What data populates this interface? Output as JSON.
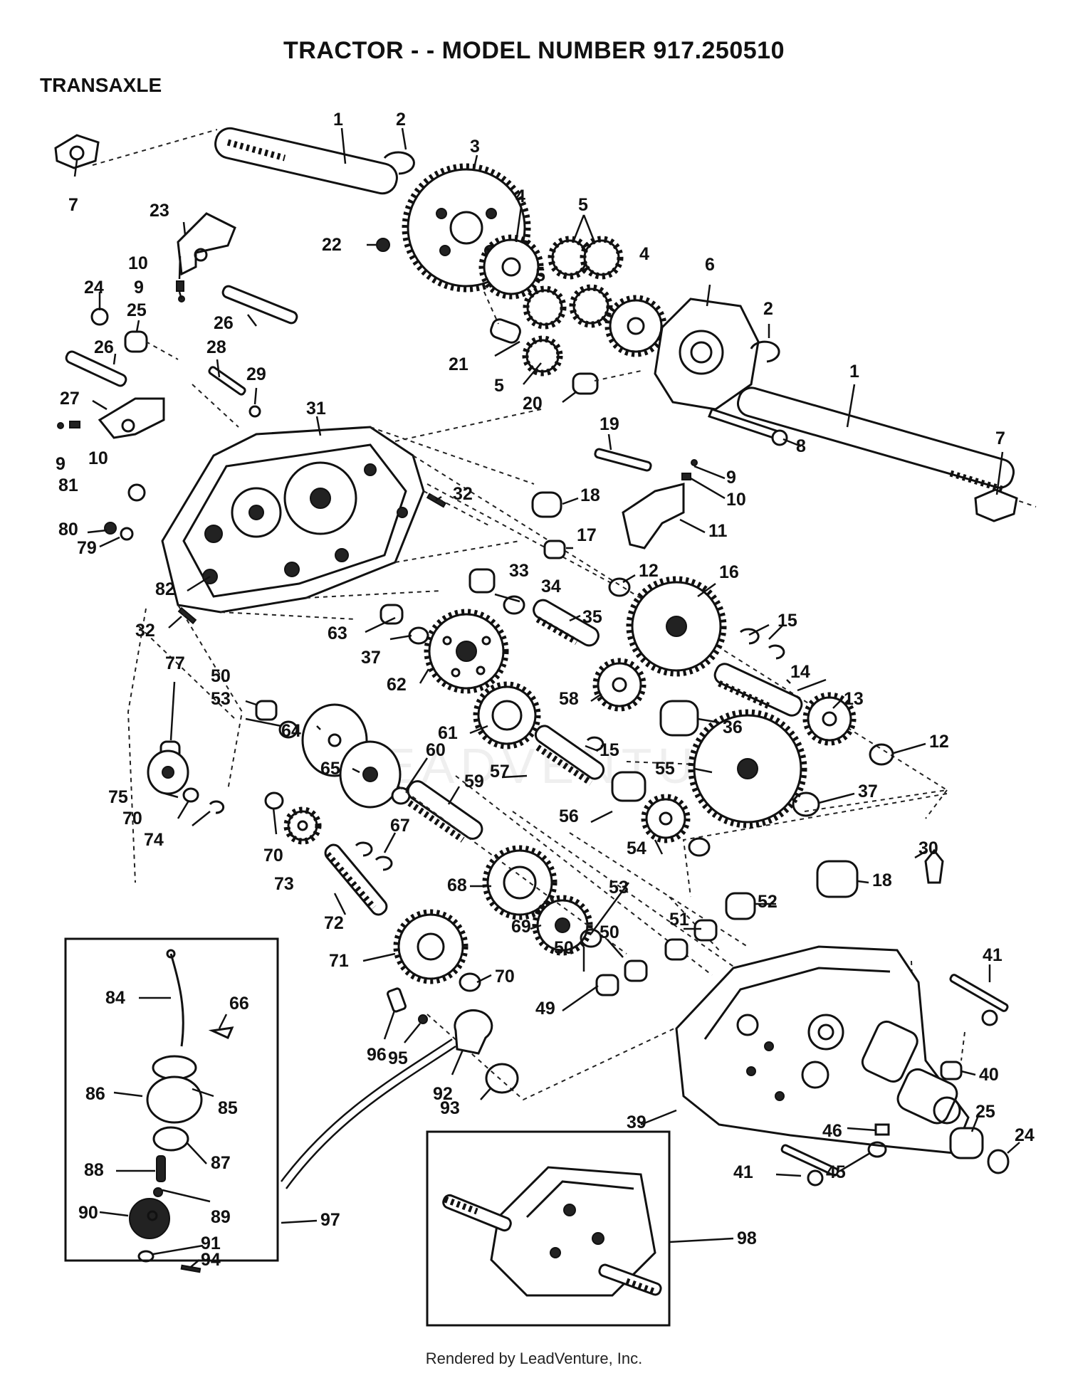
{
  "header": {
    "title": "TRACTOR - - MODEL NUMBER 917.250510",
    "section": "TRANSAXLE"
  },
  "footer": {
    "credit": "Rendered by LeadVenture, Inc."
  },
  "watermark": "LEADVENTURE",
  "callouts": [
    "1",
    "2",
    "3",
    "4",
    "5",
    "5",
    "4",
    "6",
    "2",
    "1",
    "7",
    "7",
    "23",
    "22",
    "10",
    "9",
    "24",
    "25",
    "26",
    "26",
    "28",
    "29",
    "27",
    "9",
    "10",
    "31",
    "21",
    "5",
    "20",
    "8",
    "19",
    "9",
    "10",
    "81",
    "32",
    "18",
    "11",
    "80",
    "79",
    "17",
    "33",
    "12",
    "16",
    "82",
    "34",
    "35",
    "15",
    "32",
    "63",
    "37",
    "14",
    "77",
    "50",
    "53",
    "62",
    "58",
    "13",
    "36",
    "64",
    "61",
    "15",
    "12",
    "65",
    "60",
    "57",
    "55",
    "75",
    "59",
    "37",
    "70",
    "56",
    "74",
    "67",
    "54",
    "30",
    "70",
    "73",
    "18",
    "68",
    "53",
    "52",
    "72",
    "51",
    "69",
    "50",
    "71",
    "50",
    "41",
    "84",
    "66",
    "70",
    "49",
    "96",
    "40",
    "95",
    "86",
    "85",
    "92",
    "93",
    "39",
    "25",
    "24",
    "46",
    "87",
    "88",
    "41",
    "45",
    "89",
    "90",
    "97",
    "98",
    "91",
    "94"
  ]
}
